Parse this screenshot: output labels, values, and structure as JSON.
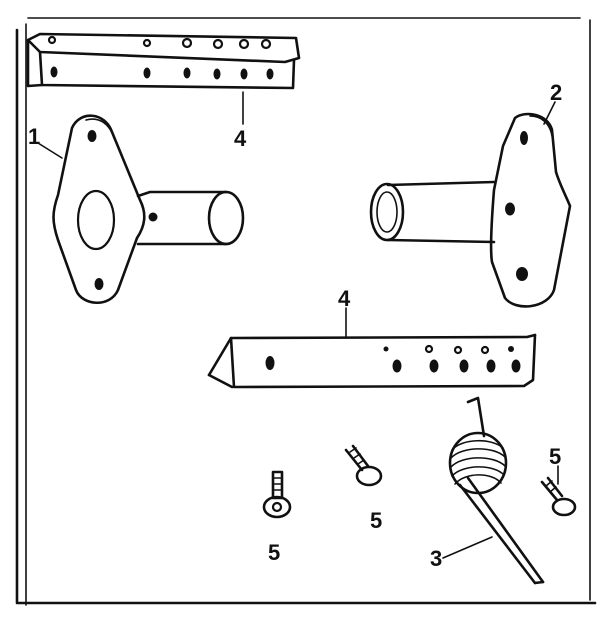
{
  "callouts": {
    "bracket_left": "1",
    "bracket_right": "2",
    "spring": "3",
    "angle_top": "4",
    "angle_mid": "4",
    "bolt_left": "5",
    "bolt_mid": "5",
    "bolt_right": "5"
  }
}
